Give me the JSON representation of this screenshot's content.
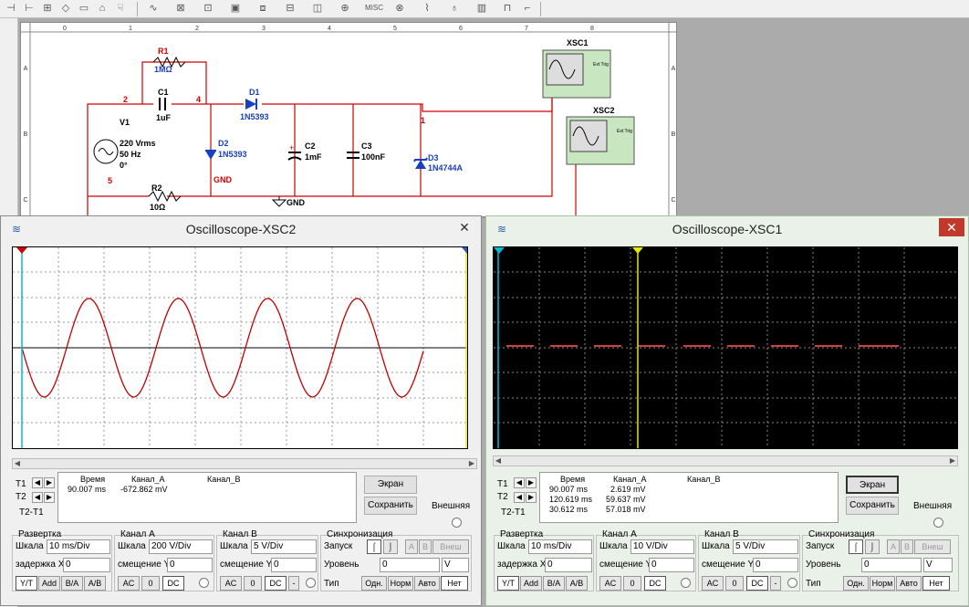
{
  "toolbar": {
    "misc_label": "MISC"
  },
  "schematic": {
    "cols": [
      "0",
      "1",
      "2",
      "3",
      "4",
      "5",
      "6",
      "7",
      "8"
    ],
    "rows": [
      "A",
      "B",
      "C"
    ],
    "r1": {
      "name": "R1",
      "value": "1MΩ"
    },
    "c1": {
      "name": "C1",
      "value": "1uF"
    },
    "d1": {
      "name": "D1",
      "value": "1N5393"
    },
    "v1": {
      "name": "V1",
      "value1": "220 Vrms",
      "value2": "50 Hz",
      "value3": "0°"
    },
    "d2": {
      "name": "D2",
      "value": "1N5393"
    },
    "c2": {
      "name": "C2",
      "value": "1mF"
    },
    "c3": {
      "name": "C3",
      "value": "100nF"
    },
    "d3": {
      "name": "D3",
      "value": "1N4744A"
    },
    "r2": {
      "name": "R2",
      "value": "10Ω"
    },
    "net2": "2",
    "net4": "4",
    "net1": "1",
    "net5": "5",
    "gnd1": "GND",
    "gnd2": "GND",
    "xsc1": "XSC1",
    "xsc2": "XSC2",
    "ext_trig": "Ext Trig"
  },
  "xsc2": {
    "title": "Oscilloscope-XSC2",
    "close": "✕",
    "t1": "T1",
    "t2": "T2",
    "t2t1": "T2-T1",
    "readout": {
      "col_time": "Время",
      "col_a": "Канал_A",
      "col_b": "Канал_B",
      "rows": [
        [
          "90.007 ms",
          "-672.862 mV",
          ""
        ]
      ]
    },
    "btn_screen": "Экран",
    "btn_save": "Сохранить",
    "ext": "Внешняя",
    "timebase": {
      "title": "Развертка",
      "scale_label": "Шкала",
      "scale": "10 ms/Div",
      "delay_label": "задержка X",
      "delay": "0",
      "modes": [
        "Y/T",
        "Add",
        "B/A",
        "A/B"
      ]
    },
    "chA": {
      "title": "Канал А",
      "scale_label": "Шкала",
      "scale": "200 V/Div",
      "offset_label": "смещение Y",
      "offset": "0",
      "coupling": [
        "AC",
        "0",
        "DC"
      ]
    },
    "chB": {
      "title": "Канал В",
      "scale_label": "Шкала",
      "scale": "5 V/Div",
      "offset_label": "смещение Y",
      "offset": "0",
      "coupling": [
        "AC",
        "0",
        "DC",
        "-"
      ]
    },
    "trigger": {
      "title": "Синхронизация",
      "edge_label": "Запуск",
      "level_label": "Уровень",
      "level": "0",
      "level_unit": "V",
      "src": [
        "A",
        "B",
        "Внеш"
      ],
      "type_label": "Тип",
      "types": [
        "Одн.",
        "Норм",
        "Авто",
        "Нет"
      ]
    }
  },
  "xsc1": {
    "title": "Oscilloscope-XSC1",
    "close": "✕",
    "t1": "T1",
    "t2": "T2",
    "t2t1": "T2-T1",
    "readout": {
      "col_time": "Время",
      "col_a": "Канал_A",
      "col_b": "Канал_B",
      "rows": [
        [
          "90.007 ms",
          "2.619 mV",
          ""
        ],
        [
          "120.619 ms",
          "59.637 mV",
          ""
        ],
        [
          "30.612 ms",
          "57.018 mV",
          ""
        ]
      ]
    },
    "btn_screen": "Экран",
    "btn_save": "Сохранить",
    "ext": "Внешняя",
    "timebase": {
      "title": "Развертка",
      "scale_label": "Шкала",
      "scale": "10 ms/Div",
      "delay_label": "задержка X",
      "delay": "0",
      "modes": [
        "Y/T",
        "Add",
        "B/A",
        "A/B"
      ]
    },
    "chA": {
      "title": "Канал А",
      "scale_label": "Шкала",
      "scale": "10 V/Div",
      "offset_label": "смещение Y",
      "offset": "0",
      "coupling": [
        "AC",
        "0",
        "DC"
      ]
    },
    "chB": {
      "title": "Канал В",
      "scale_label": "Шкала",
      "scale": "5 V/Div",
      "offset_label": "смещение Y",
      "offset": "0",
      "coupling": [
        "AC",
        "0",
        "DC",
        "-"
      ]
    },
    "trigger": {
      "title": "Синхронизация",
      "edge_label": "Запуск",
      "level_label": "Уровень",
      "level": "0",
      "level_unit": "V",
      "src": [
        "A",
        "B",
        "Внеш"
      ],
      "type_label": "Тип",
      "types": [
        "Одн.",
        "Норм",
        "Авто",
        "Нет"
      ]
    }
  },
  "colors": {
    "trace_a": "#c00000",
    "scope1_bg": "#000000",
    "scope2_bg": "#ffffff",
    "cursor1": "#00bcd4",
    "cursor2": "#e8e800",
    "wire": "#d00000",
    "component_label": "#1a3fbf"
  }
}
